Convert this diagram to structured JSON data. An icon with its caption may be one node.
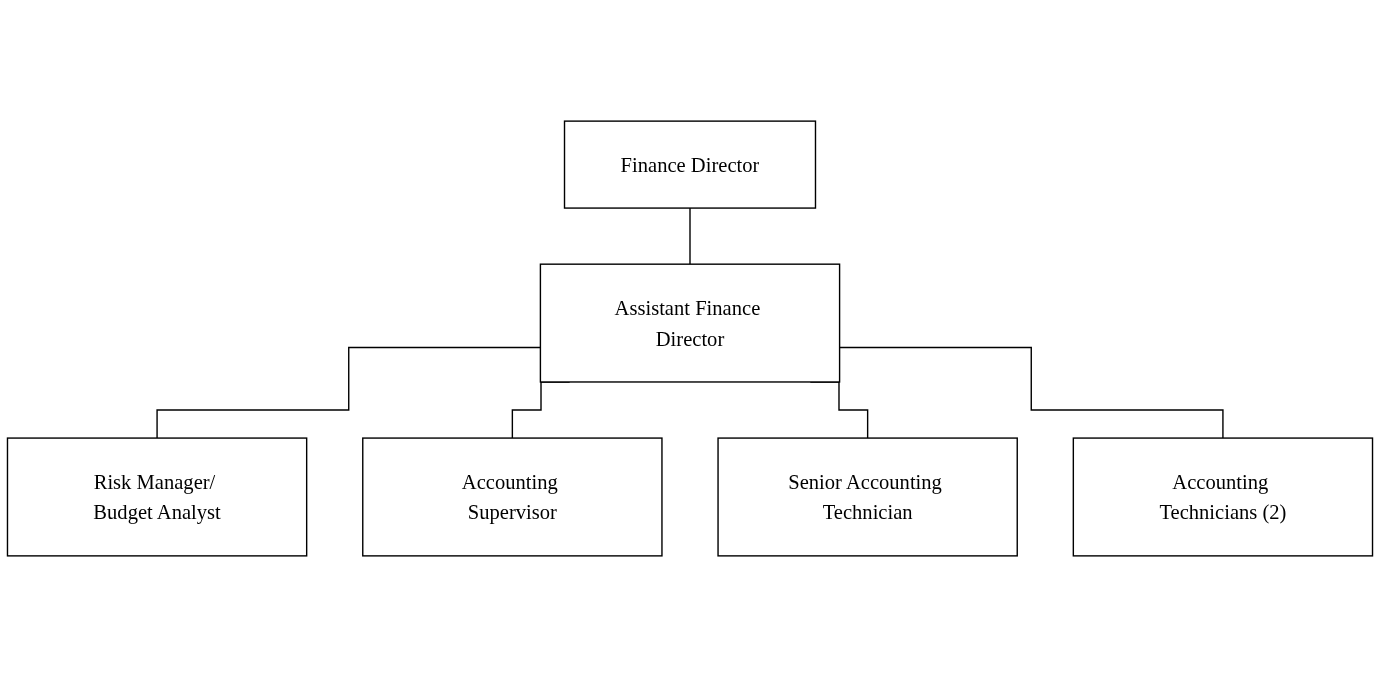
{
  "diagram": {
    "nodes": [
      {
        "text": [
          "Finance Director"
        ]
      },
      {
        "text": [
          "Assistant Finance Director"
        ]
      },
      {
        "text": [
          "Risk Manager/ Budget Analyst"
        ]
      },
      {
        "text": [
          "Accounting Supervisor"
        ]
      },
      {
        "text": [
          "Senior Accounting Technician"
        ]
      },
      {
        "text": [
          "Accounting Technicians (2)"
        ]
      }
    ],
    "edges": [
      {
        "from": 0,
        "to": 1,
        "arrow": "none"
      },
      {
        "from": 1,
        "to": 2,
        "arrow": "none"
      },
      {
        "from": 1,
        "to": 3,
        "arrow": "none"
      },
      {
        "from": 1,
        "to": 4,
        "arrow": "none"
      },
      {
        "from": 1,
        "to": 5,
        "arrow": "none"
      }
    ]
  }
}
